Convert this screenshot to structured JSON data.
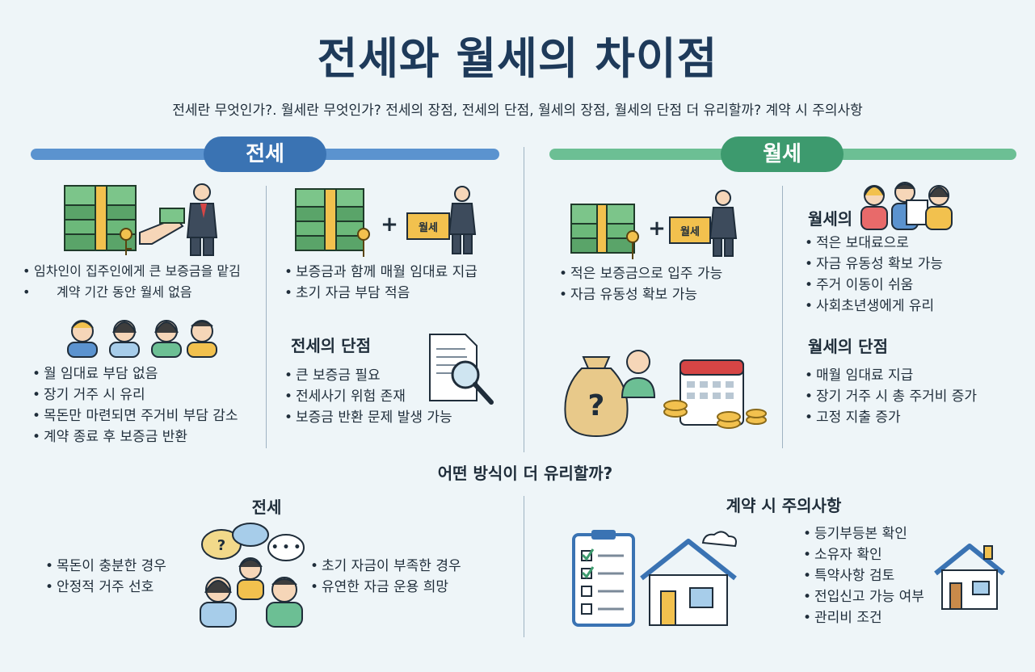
{
  "title": "전세와 월세의 차이점",
  "subtitle": "전세란 무엇인가?. 월세란 무엇인가? 전세의 장점, 전세의 단점, 월세의 장점, 월세의 단점 더 유리할까? 계약 시 주의사항",
  "colors": {
    "jeonse": "#3a73b3",
    "jeonse_bar": "#5b93cf",
    "wolse": "#3d9a6e",
    "wolse_bar": "#6cbf94",
    "title": "#1e3a5a"
  },
  "jeonse": {
    "label": "전세",
    "definition": [
      "임차인이 집주인에게 큰 보증금을 맡김",
      "계약 기간 동안 월세 없음"
    ],
    "pros": [
      "월 임대료 부담 없음",
      "장기 거주 시 유리",
      "목돈만 마련되면 주거비 부담 감소",
      "계약 종료 후 보증금 반환"
    ],
    "mixed": [
      "보증금과 함께 매월 임대료 지급",
      "초기 자금 부담 적음"
    ],
    "cons_title": "전세의 단점",
    "cons": [
      "큰 보증금 필요",
      "전세사기 위험 존재",
      "보증금 반환 문제 발생 가능"
    ]
  },
  "wolse": {
    "label": "월세",
    "sign": "월세",
    "definition": [
      "적은 보증금으로 입주 가능",
      "자금 유동성 확보 가능"
    ],
    "pros_title": "월세의",
    "pros": [
      "적은 보대료으로",
      "자금 유동성 확보 가능",
      "주거 이동이 쉬움",
      "사회초년생에게 유리"
    ],
    "cons_title": "월세의 단점",
    "cons": [
      "매월 임대료 지급",
      "장기 거주 시 총 주거비 증가",
      "고정 지출 증가"
    ]
  },
  "compare": {
    "title": "어떤 방식이 더 유리할까?",
    "sub": "전세",
    "left": [
      "목돈이 충분한 경우",
      "안정적 거주 선호"
    ],
    "right": [
      "초기 자금이 부족한 경우",
      "유연한 자금 운용 희망"
    ]
  },
  "caution": {
    "title": "계약 시 주의사항",
    "items": [
      "등기부등본 확인",
      "소유자 확인",
      "특약사항 검토",
      "전입신고 가능 여부",
      "관리비 조건"
    ]
  }
}
